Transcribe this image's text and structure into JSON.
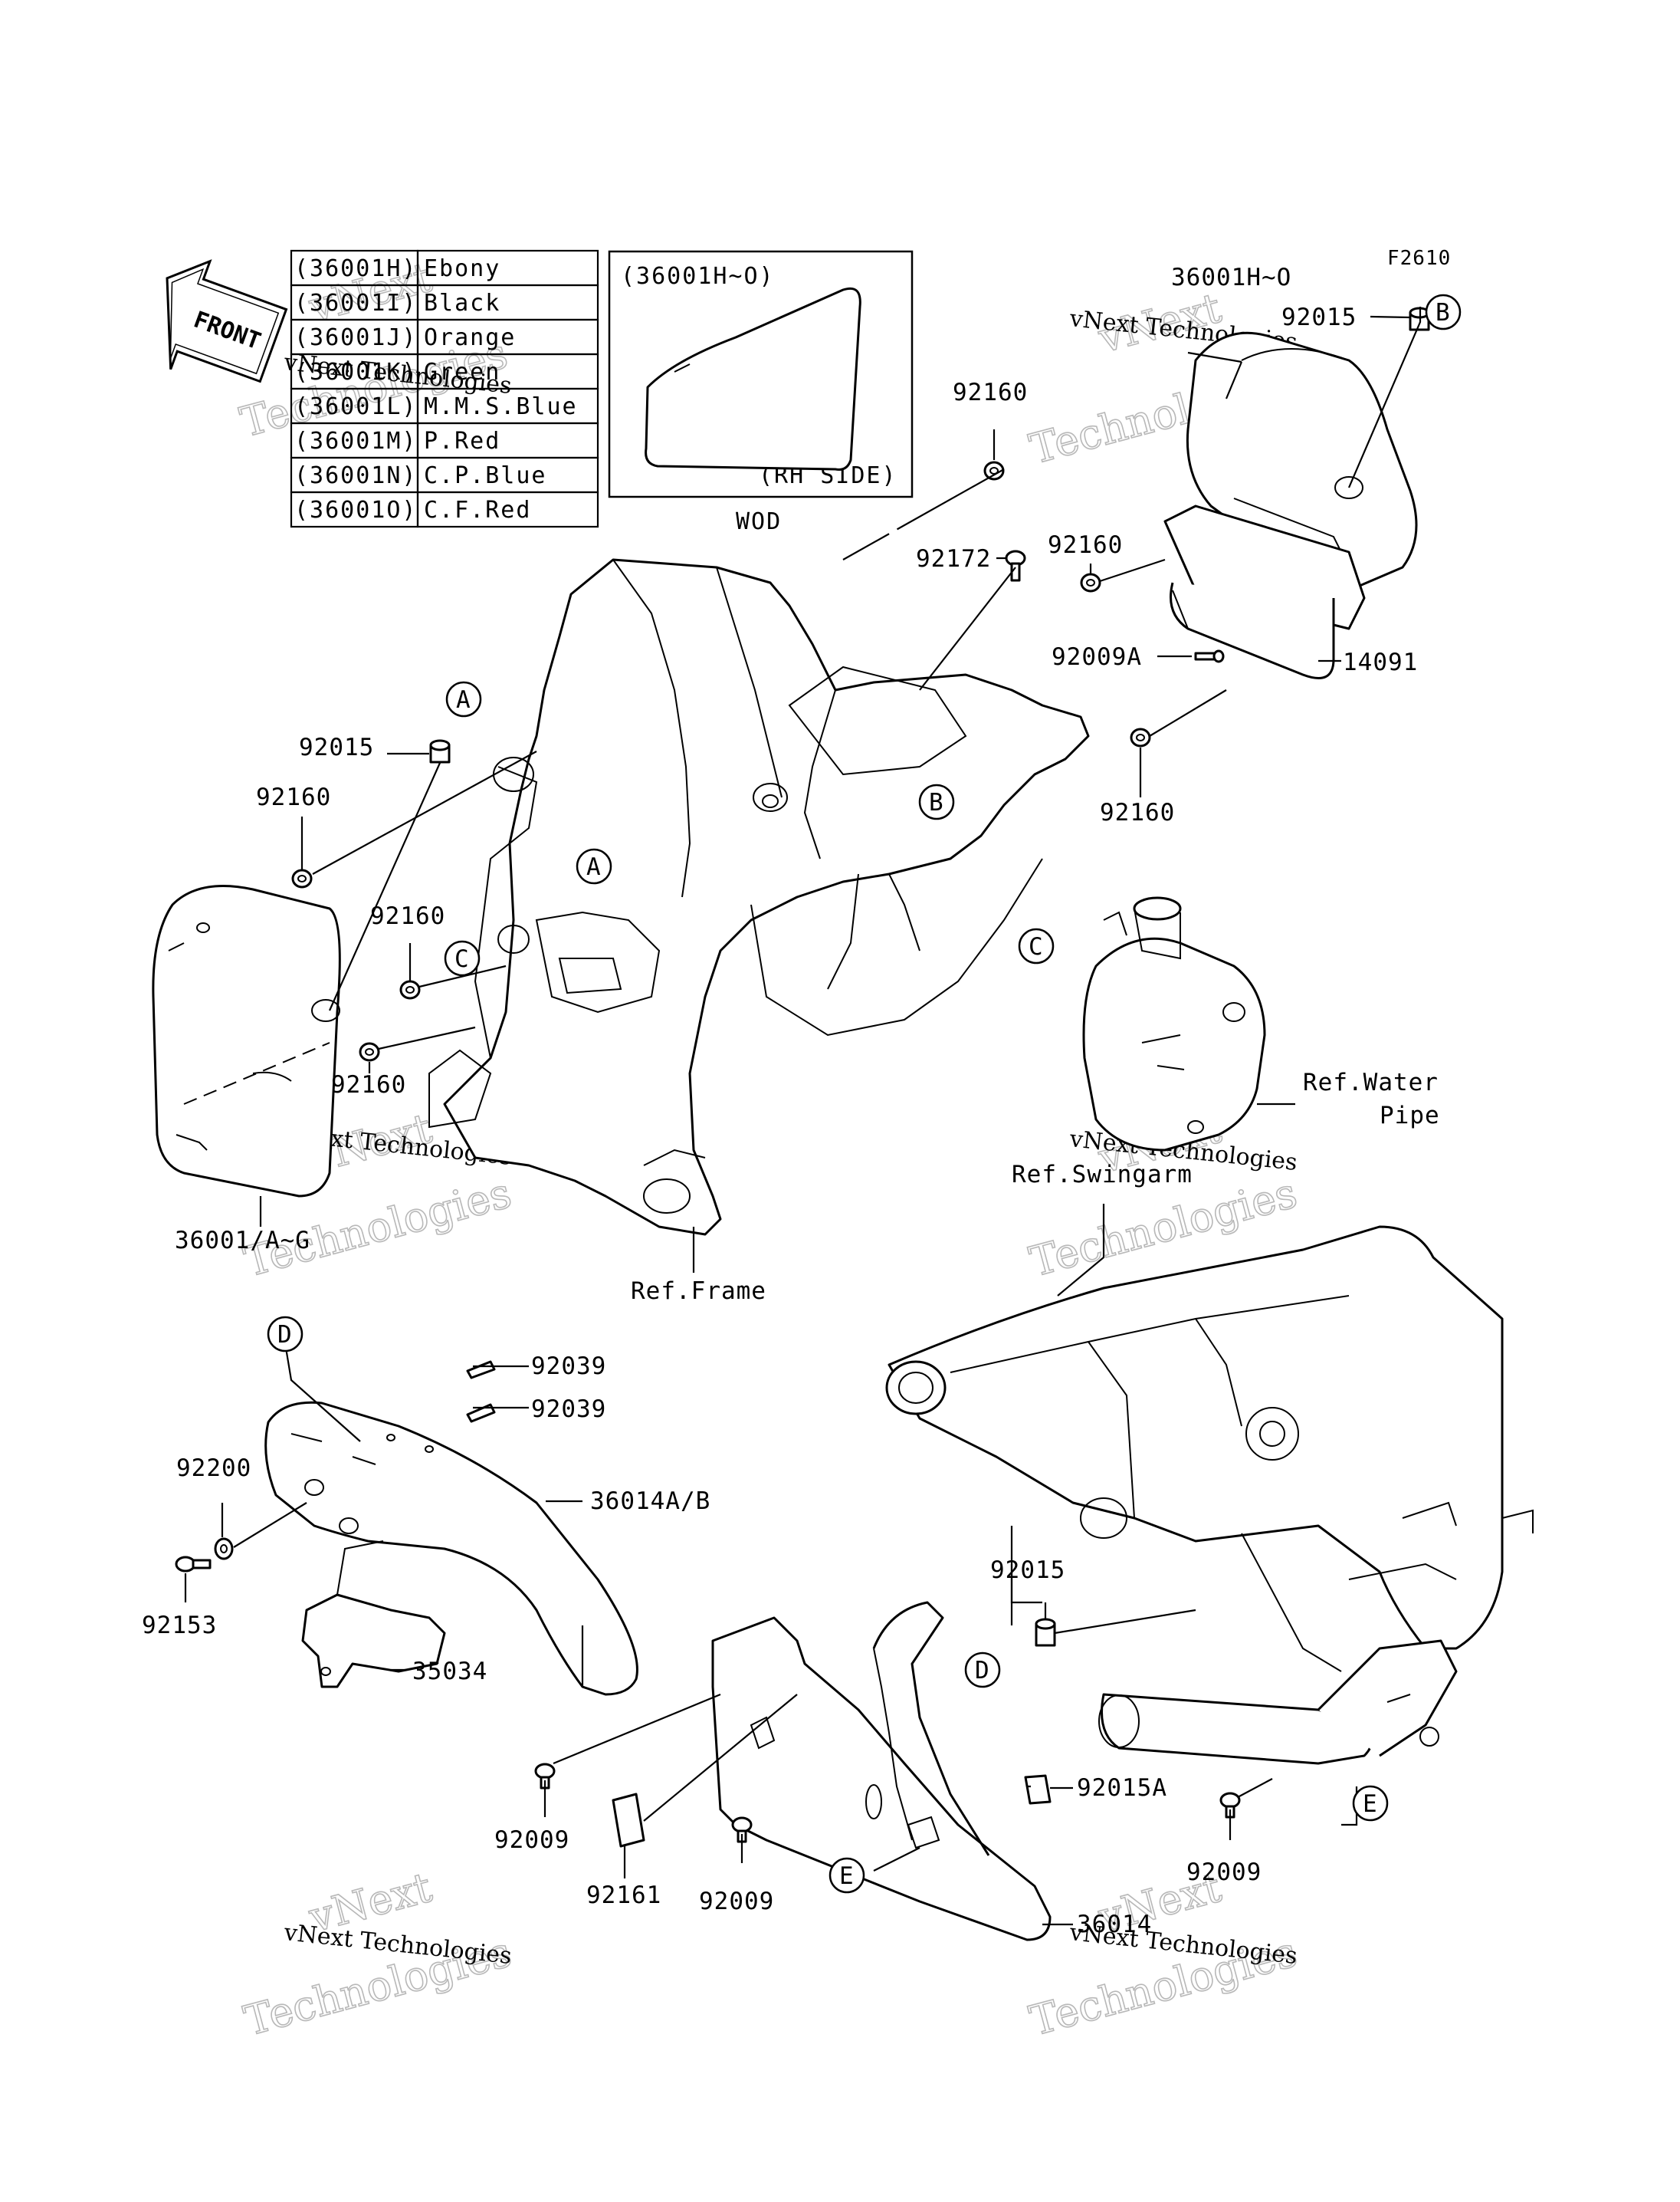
{
  "figure_code": "F2610",
  "front_label": "FRONT",
  "color_table": [
    {
      "code": "(36001H)",
      "color": "Ebony"
    },
    {
      "code": "(36001I)",
      "color": "Black"
    },
    {
      "code": "(36001J)",
      "color": "Orange"
    },
    {
      "code": "(36001K)",
      "color": "Green"
    },
    {
      "code": "(36001L)",
      "color": "M.M.S.Blue"
    },
    {
      "code": "(36001M)",
      "color": "P.Red"
    },
    {
      "code": "(36001N)",
      "color": "C.P.Blue"
    },
    {
      "code": "(36001O)",
      "color": "C.F.Red"
    }
  ],
  "inset": {
    "title": "(36001H~O)",
    "side": "(RH SIDE)",
    "caption": "WOD"
  },
  "part_numbers": {
    "p36001HO": "36001H~O",
    "p92015_top": "92015",
    "p92160_top": "92160",
    "p92172": "92172",
    "p92160_mid": "92160",
    "p92009A": "92009A",
    "p14091": "14091",
    "p92160_right": "92160",
    "p92015_left": "92015",
    "p92160_left": "92160",
    "p92160_left2": "92160",
    "p92160_left3": "92160",
    "p36001AG": "36001/A~G",
    "p92039_a": "92039",
    "p92039_b": "92039",
    "p36014AB": "36014A/B",
    "p92200": "92200",
    "p92153": "92153",
    "p35034": "35034",
    "p92015_low": "92015",
    "p92015A": "92015A",
    "p92009_a": "92009",
    "p92161": "92161",
    "p92009_b": "92009",
    "p92009_c": "92009",
    "p36014": "36014"
  },
  "references": {
    "frame": "Ref.Frame",
    "water_pipe_1": "Ref.Water",
    "water_pipe_2": "Pipe",
    "swingarm": "Ref.Swingarm"
  },
  "callouts": {
    "A": "A",
    "B": "B",
    "C": "C",
    "D": "D",
    "E": "E"
  },
  "watermark": {
    "line1": "vNext Technologies",
    "line2": "Technologies",
    "line3": "vNext"
  }
}
